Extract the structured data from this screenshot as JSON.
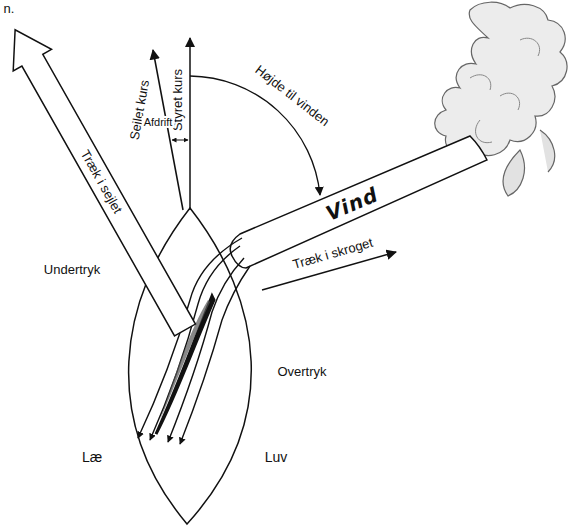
{
  "diagram": {
    "labels": [
      "n.",
      "Sejlet kurs",
      "Styret kurs",
      "Afdrift",
      "Højde til vinden",
      "Vind",
      "Træk i sejlet",
      "Træk i skroget",
      "Undertryk",
      "Overtryk",
      "Læ",
      "Luv"
    ]
  }
}
